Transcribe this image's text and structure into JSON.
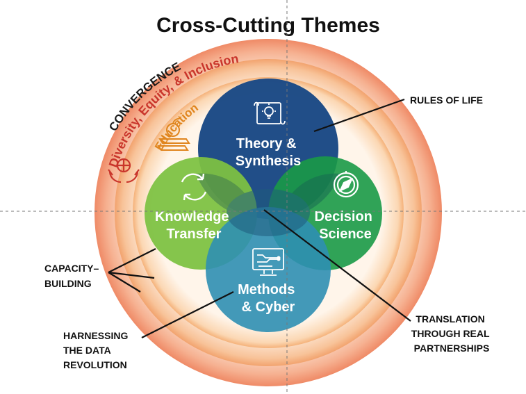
{
  "title": "Cross-Cutting Themes",
  "rings": {
    "convergence": "CONVERGENCE",
    "diversity": "Diversity, Equity, & Inclusion",
    "education": "Education"
  },
  "circles": {
    "theory": [
      "Theory &",
      "Synthesis"
    ],
    "knowledge": [
      "Knowledge",
      "Transfer"
    ],
    "decision": [
      "Decision",
      "Science"
    ],
    "methods": [
      "Methods",
      "& Cyber"
    ]
  },
  "callouts": {
    "rules_of_life": "RULES OF LIFE",
    "capacity_building": [
      "CAPACITY–",
      "BUILDING"
    ],
    "harnessing": [
      "HARNESSING",
      "THE DATA",
      "REVOLUTION"
    ],
    "translation": [
      "TRANSLATION",
      "THROUGH REAL",
      "PARTNERSHIPS"
    ]
  },
  "colors": {
    "theory": "#1d4a86",
    "knowledge": "#7dc142",
    "decision": "#1a9a47",
    "methods": "#2f8fb3",
    "convergence": "#1a1a1a",
    "diversity": "#c9352b",
    "education": "#e0851e"
  },
  "icons": [
    "lightbulb-scroll-icon",
    "recycle-arrows-icon",
    "compass-icon",
    "computer-network-icon",
    "apple-books-icon",
    "hands-globe-icon"
  ]
}
